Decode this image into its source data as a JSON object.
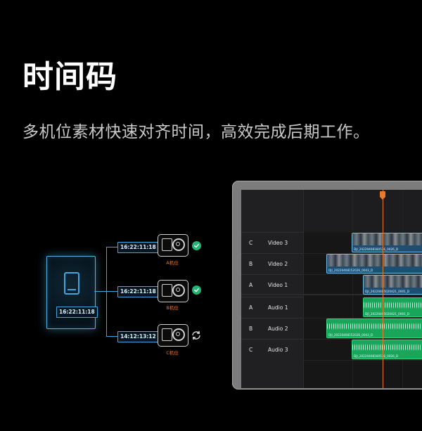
{
  "hero": {
    "title": "时间码",
    "subtitle": "多机位素材快速对齐时间，高效完成后期工作。"
  },
  "sync_diagram": {
    "master_timecode": "16:22:11:18",
    "cameras": [
      {
        "label": "A机位",
        "timecode": "16:22:11:18",
        "status": "synced",
        "status_icon": "check-circle-icon"
      },
      {
        "label": "B机位",
        "timecode": "16:22:11:18",
        "status": "synced",
        "status_icon": "check-circle-icon"
      },
      {
        "label": "C机位",
        "timecode": "14:12:13:12",
        "status": "syncing",
        "status_icon": "sync-arrows-icon"
      }
    ]
  },
  "timeline": {
    "tracks": [
      {
        "id": "C",
        "name": "Video 3"
      },
      {
        "id": "B",
        "name": "Video 2"
      },
      {
        "id": "A",
        "name": "Video 1"
      },
      {
        "id": "A",
        "name": "Audio 1"
      },
      {
        "id": "B",
        "name": "Audio 2"
      },
      {
        "id": "C",
        "name": "Audio 3"
      }
    ],
    "clips": [
      {
        "track": "Video 3",
        "name": "DJI_20220408160536_0026_D"
      },
      {
        "track": "Video 2",
        "name": "DJI_20220408152026_0043_D"
      },
      {
        "track": "Video 1",
        "name": "DJI_20220405020421_0001_D"
      },
      {
        "track": "Audio 1",
        "name": "DJI_20220405020421_0001_D"
      },
      {
        "track": "Audio 2",
        "name": "DJI_20220408152026_0043_D"
      },
      {
        "track": "Audio 3",
        "name": "DJI_20220408160536_0026_D"
      }
    ]
  },
  "colors": {
    "accent_blue": "#3fa7dc",
    "accent_orange": "#e87a2a",
    "status_green": "#22b573",
    "video_clip": "#1d4f74",
    "audio_clip": "#19a65a"
  }
}
